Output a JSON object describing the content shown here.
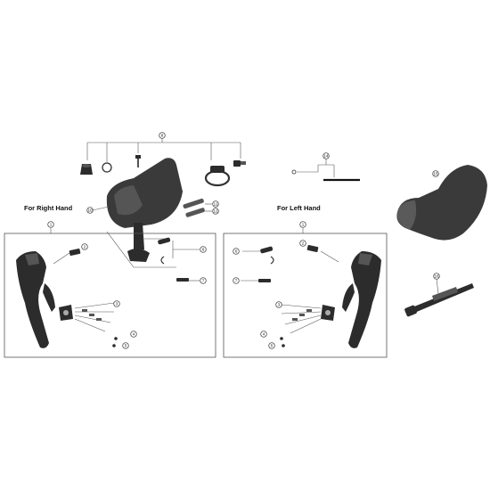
{
  "titles": {
    "right": "For Right Hand",
    "left": "For Left Hand"
  },
  "callouts": {
    "assembly_top": "8",
    "bracket_part": "10",
    "spring_a": "11",
    "spring_b": "12",
    "cable_pin": "14",
    "hood_cover": "15",
    "tool": "16",
    "r_lever": "1",
    "r_plate": "2",
    "r_screws": "3",
    "r_screw_a": "4",
    "r_screw_b": "5",
    "r_clip": "6",
    "r_bolt": "7",
    "l_lever": "1",
    "l_plate": "2",
    "l_screws": "3",
    "l_screw_a": "4",
    "l_screw_b": "5",
    "l_clip": "6",
    "l_bolt": "7"
  },
  "colors": {
    "part_dark": "#2c2c2c",
    "hood": "#3a3a3a",
    "line": "#555555"
  }
}
